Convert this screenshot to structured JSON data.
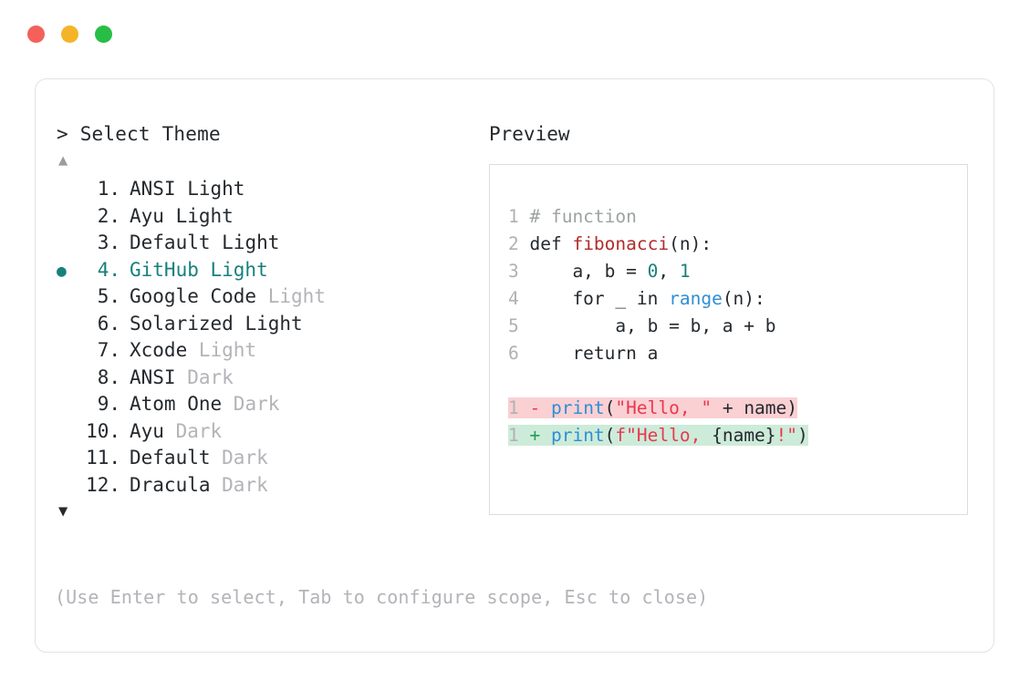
{
  "window": {
    "traffic_lights": [
      {
        "name": "close",
        "color": "#F4605A"
      },
      {
        "name": "minimize",
        "color": "#F5B428"
      },
      {
        "name": "maximize",
        "color": "#28BE45"
      }
    ]
  },
  "left": {
    "prompt_symbol": ">",
    "prompt_title": "Select Theme",
    "scroll_up": "▲",
    "scroll_down": "▼",
    "selected_bullet": "●",
    "selected_index": 4,
    "items": [
      {
        "num": "1.",
        "name": "ANSI",
        "variant": "Light",
        "variant_dim": false,
        "selected": false
      },
      {
        "num": "2.",
        "name": "Ayu",
        "variant": "Light",
        "variant_dim": false,
        "selected": false
      },
      {
        "num": "3.",
        "name": "Default",
        "variant": "Light",
        "variant_dim": false,
        "selected": false
      },
      {
        "num": "4.",
        "name": "GitHub",
        "variant": "Light",
        "variant_dim": false,
        "selected": true
      },
      {
        "num": "5.",
        "name": "Google Code",
        "variant": "Light",
        "variant_dim": true,
        "selected": false
      },
      {
        "num": "6.",
        "name": "Solarized",
        "variant": "Light",
        "variant_dim": false,
        "selected": false
      },
      {
        "num": "7.",
        "name": "Xcode",
        "variant": "Light",
        "variant_dim": true,
        "selected": false
      },
      {
        "num": "8.",
        "name": "ANSI",
        "variant": "Dark",
        "variant_dim": true,
        "selected": false
      },
      {
        "num": "9.",
        "name": "Atom One",
        "variant": "Dark",
        "variant_dim": true,
        "selected": false
      },
      {
        "num": "10.",
        "name": "Ayu",
        "variant": "Dark",
        "variant_dim": true,
        "selected": false
      },
      {
        "num": "11.",
        "name": "Default",
        "variant": "Dark",
        "variant_dim": true,
        "selected": false
      },
      {
        "num": "12.",
        "name": "Dracula",
        "variant": "Dark",
        "variant_dim": true,
        "selected": false
      }
    ],
    "footer_hint": "(Use Enter to select, Tab to configure scope, Esc to close)"
  },
  "right": {
    "preview_label": "Preview",
    "code_lines": [
      {
        "ln": "1",
        "tokens": [
          {
            "t": "# function",
            "c": "tok-comment"
          }
        ]
      },
      {
        "ln": "2",
        "tokens": [
          {
            "t": "def ",
            "c": "tok-kw"
          },
          {
            "t": "fibonacci",
            "c": "tok-fn"
          },
          {
            "t": "(n):",
            "c": "tok-punc"
          }
        ]
      },
      {
        "ln": "3",
        "tokens": [
          {
            "t": "    a, b = ",
            "c": "tok-kw"
          },
          {
            "t": "0",
            "c": "tok-num"
          },
          {
            "t": ", ",
            "c": "tok-punc"
          },
          {
            "t": "1",
            "c": "tok-num"
          }
        ]
      },
      {
        "ln": "4",
        "tokens": [
          {
            "t": "    for _ in ",
            "c": "tok-kw"
          },
          {
            "t": "range",
            "c": "tok-builtin"
          },
          {
            "t": "(n):",
            "c": "tok-punc"
          }
        ]
      },
      {
        "ln": "5",
        "tokens": [
          {
            "t": "        a, b = b, a + b",
            "c": "tok-kw"
          }
        ]
      },
      {
        "ln": "6",
        "tokens": [
          {
            "t": "    return a",
            "c": "tok-kw"
          }
        ]
      }
    ],
    "diff_lines": [
      {
        "ln": "1",
        "kind": "del",
        "mark": "-",
        "tokens": [
          {
            "t": "print",
            "c": "tok-builtin"
          },
          {
            "t": "(",
            "c": "tok-punc"
          },
          {
            "t": "\"Hello, \"",
            "c": "tok-str"
          },
          {
            "t": " + name)",
            "c": "tok-punc"
          }
        ]
      },
      {
        "ln": "1",
        "kind": "add",
        "mark": "+",
        "tokens": [
          {
            "t": "print",
            "c": "tok-builtin"
          },
          {
            "t": "(",
            "c": "tok-punc"
          },
          {
            "t": "f\"Hello, ",
            "c": "tok-str"
          },
          {
            "t": "{name}",
            "c": "tok-punc"
          },
          {
            "t": "!\"",
            "c": "tok-str"
          },
          {
            "t": ")",
            "c": "tok-punc"
          }
        ]
      }
    ]
  },
  "colors": {
    "accent_teal": "#17807D",
    "diff_del_bg": "#FAD0D3",
    "diff_add_bg": "#CDEBD9",
    "text": "#24292E",
    "dim": "#B3B3B8"
  }
}
